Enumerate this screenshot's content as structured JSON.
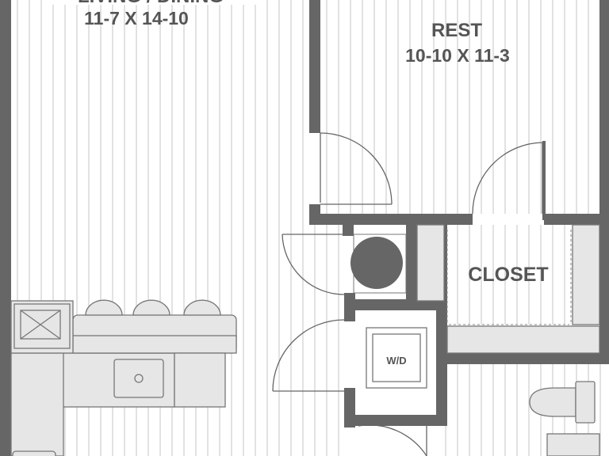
{
  "rooms": {
    "living": {
      "name": "LIVING / DINING",
      "dimensions": "11-7 X 14-10"
    },
    "bedroom": {
      "name": "REST",
      "dimensions": "10-10 X 11-3"
    },
    "closet": {
      "name": "CLOSET"
    },
    "laundry": {
      "name": "W/D"
    }
  },
  "colors": {
    "wall": "#666666",
    "floor_lines": "#cfcfcf",
    "fixture_fill": "#e6e6e6",
    "label": "#555555"
  }
}
